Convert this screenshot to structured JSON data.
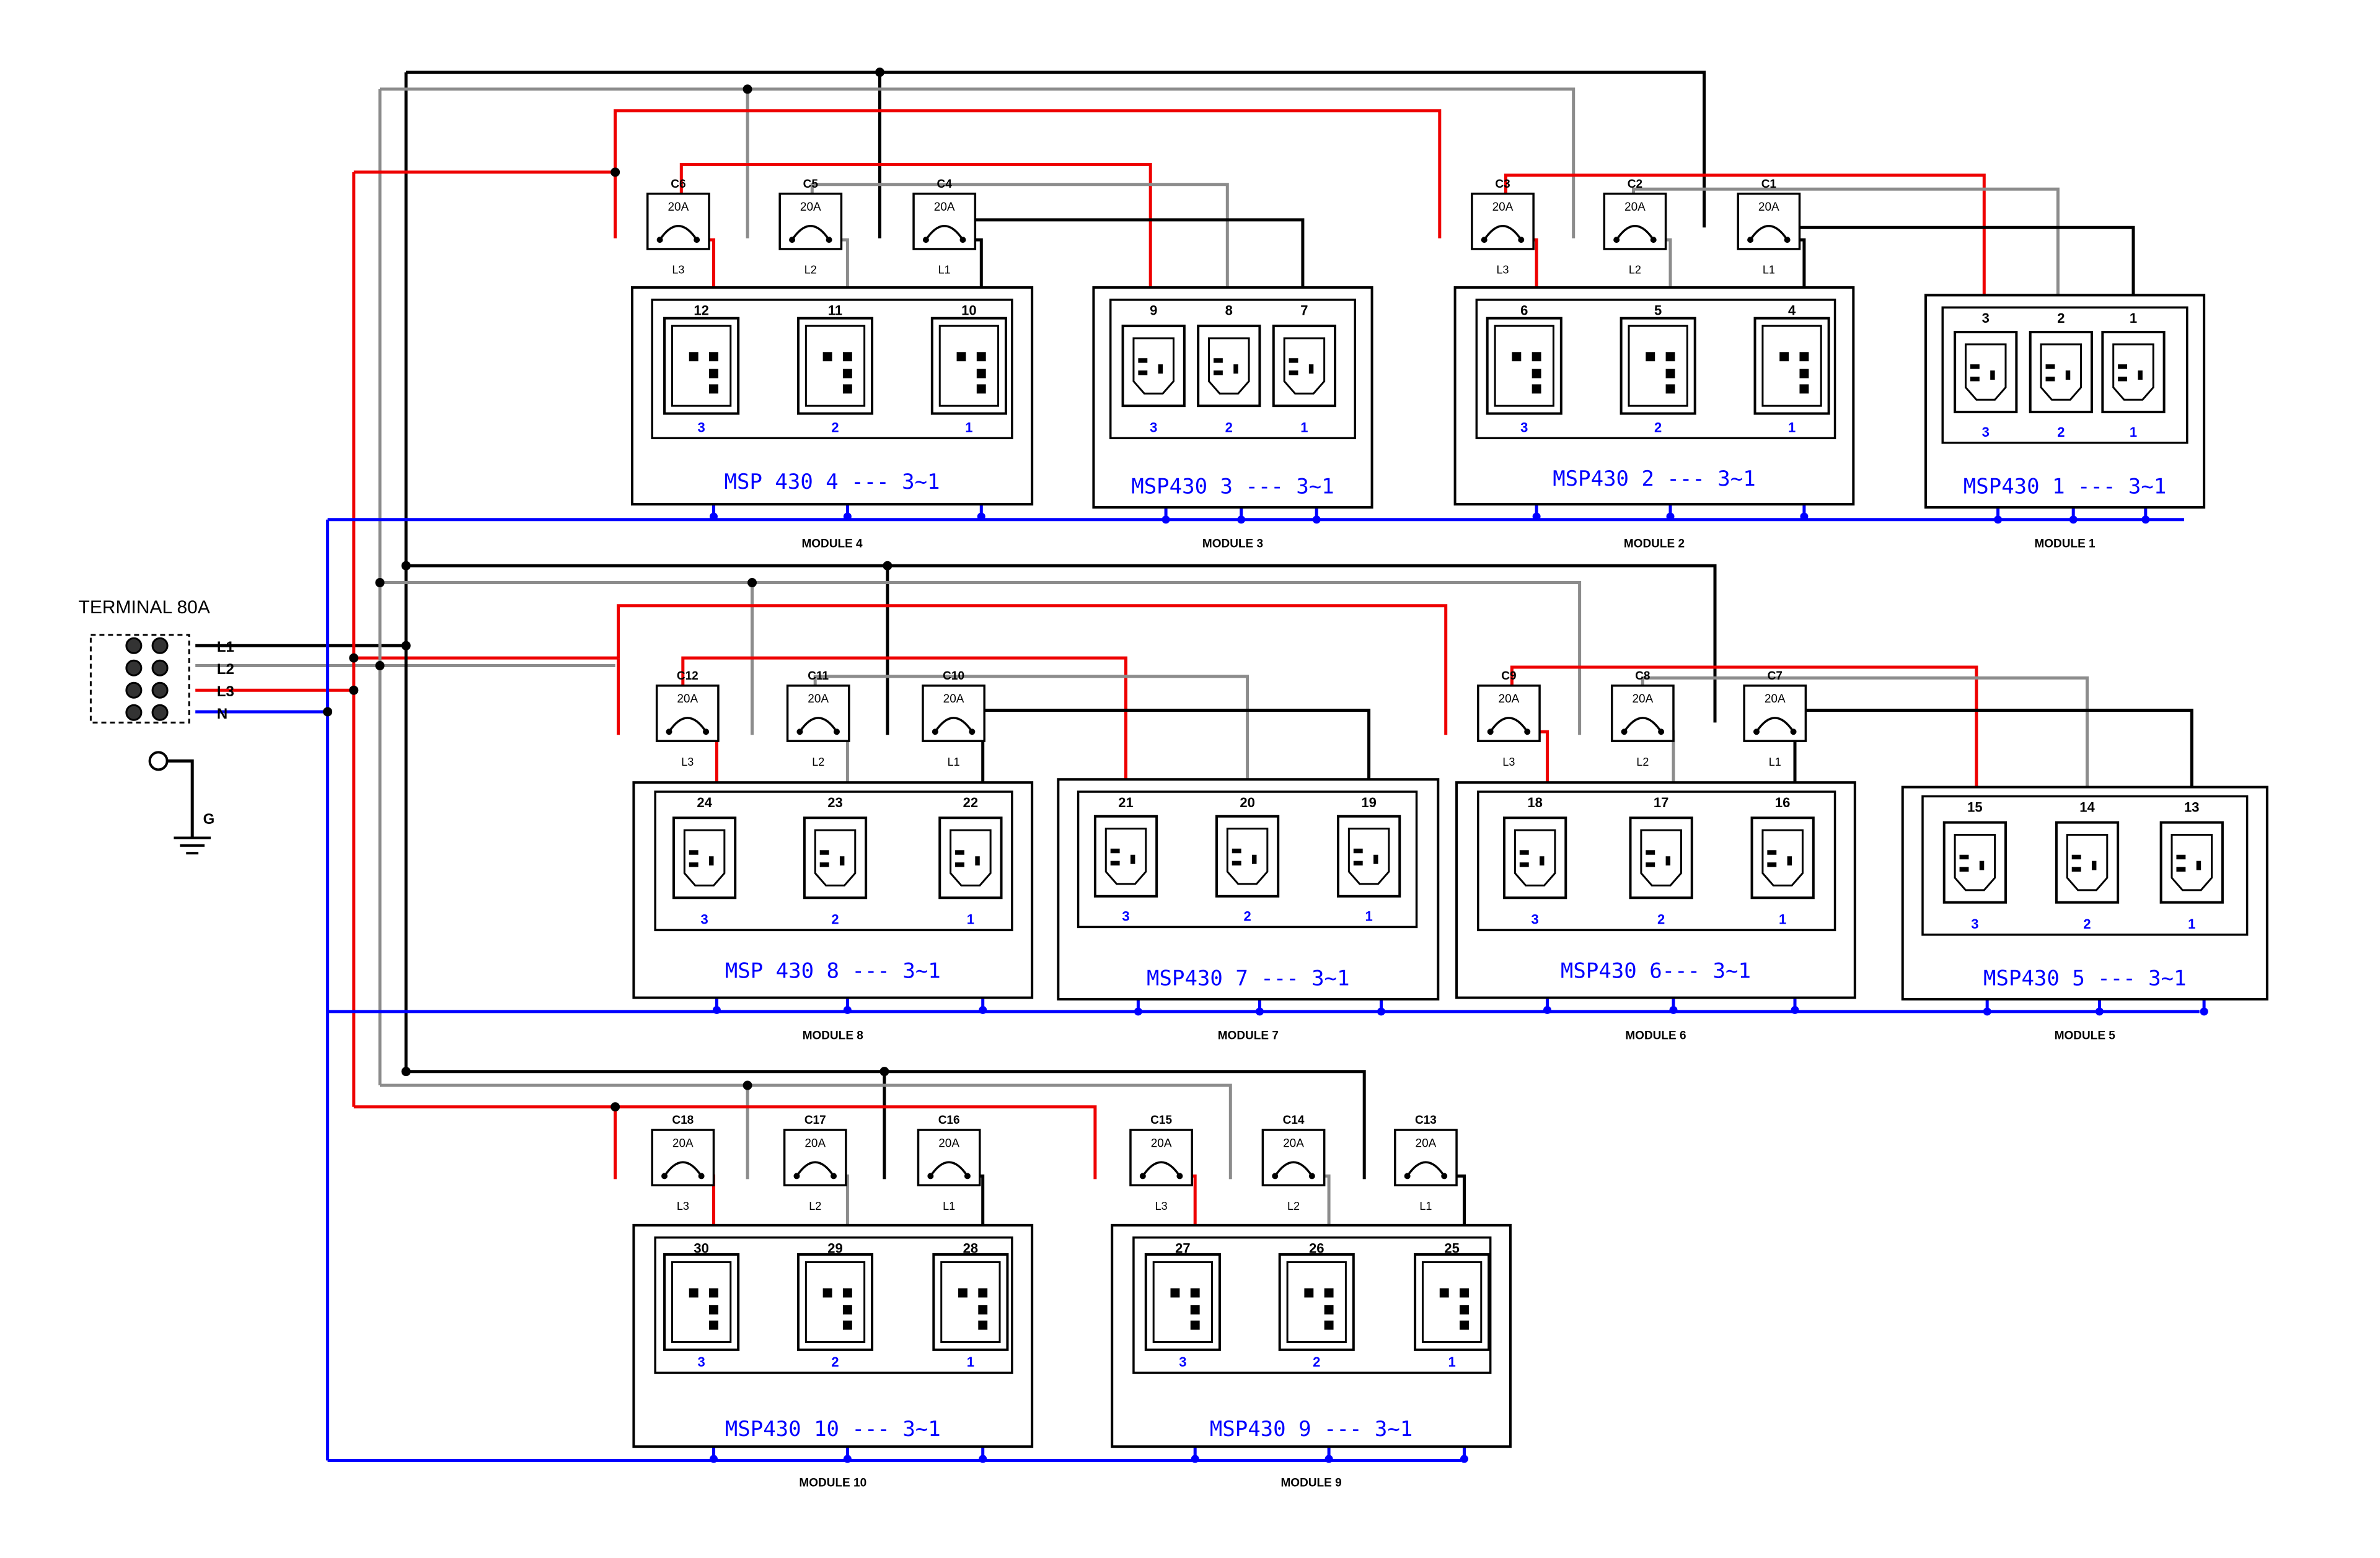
{
  "terminal": {
    "title": "TERMINAL 80A",
    "lines": [
      "L1",
      "L2",
      "L3",
      "N"
    ],
    "ground": "G"
  },
  "colors": {
    "L1": "#000000",
    "L2": "#8c8c8c",
    "L3": "#ee0000",
    "N": "#0000ff"
  },
  "breaker_rating": "20A",
  "modules": [
    {
      "id": 4,
      "title": "MSP 430  4 --- 3~1",
      "label": "MODULE 4",
      "type": "C19",
      "outlets": [
        "12",
        "11",
        "10"
      ],
      "breakers": [
        {
          "name": "C6",
          "phase": "L3"
        },
        {
          "name": "C5",
          "phase": "L2"
        },
        {
          "name": "C4",
          "phase": "L1"
        }
      ]
    },
    {
      "id": 3,
      "title": "MSP430  3 --- 3~1",
      "label": "MODULE 3",
      "type": "C13",
      "outlets": [
        "9",
        "8",
        "7"
      ],
      "breakers": []
    },
    {
      "id": 2,
      "title": "MSP430  2 --- 3~1",
      "label": "MODULE 2",
      "type": "C19",
      "outlets": [
        "6",
        "5",
        "4"
      ],
      "breakers": [
        {
          "name": "C3",
          "phase": "L3"
        },
        {
          "name": "C2",
          "phase": "L2"
        },
        {
          "name": "C1",
          "phase": "L1"
        }
      ]
    },
    {
      "id": 1,
      "title": "MSP430  1 --- 3~1",
      "label": "MODULE 1",
      "type": "C13",
      "outlets": [
        "3",
        "2",
        "1"
      ],
      "breakers": []
    },
    {
      "id": 8,
      "title": "MSP  430  8 --- 3~1",
      "label": "MODULE 8",
      "type": "C13",
      "outlets": [
        "24",
        "23",
        "22"
      ],
      "breakers": [
        {
          "name": "C12",
          "phase": "L3"
        },
        {
          "name": "C11",
          "phase": "L2"
        },
        {
          "name": "C10",
          "phase": "L1"
        }
      ]
    },
    {
      "id": 7,
      "title": "MSP430  7 --- 3~1",
      "label": "MODULE 7",
      "type": "C13",
      "outlets": [
        "21",
        "20",
        "19"
      ],
      "breakers": []
    },
    {
      "id": 6,
      "title": "MSP430  6--- 3~1",
      "label": "MODULE 6",
      "type": "C13",
      "outlets": [
        "18",
        "17",
        "16"
      ],
      "breakers": [
        {
          "name": "C9",
          "phase": "L3"
        },
        {
          "name": "C8",
          "phase": "L2"
        },
        {
          "name": "C7",
          "phase": "L1"
        }
      ]
    },
    {
      "id": 5,
      "title": "MSP430  5 --- 3~1",
      "label": "MODULE 5",
      "type": "C13",
      "outlets": [
        "15",
        "14",
        "13"
      ],
      "breakers": []
    },
    {
      "id": 10,
      "title": "MSP430  10 --- 3~1",
      "label": "MODULE 10",
      "type": "C19",
      "outlets": [
        "30",
        "29",
        "28"
      ],
      "breakers": [
        {
          "name": "C18",
          "phase": "L3"
        },
        {
          "name": "C17",
          "phase": "L2"
        },
        {
          "name": "C16",
          "phase": "L1"
        }
      ]
    },
    {
      "id": 9,
      "title": "MSP430  9 --- 3~1",
      "label": "MODULE 9",
      "type": "C19",
      "outlets": [
        "27",
        "26",
        "25"
      ],
      "breakers": [
        {
          "name": "C15",
          "phase": "L3"
        },
        {
          "name": "C14",
          "phase": "L2"
        },
        {
          "name": "C13",
          "phase": "L1"
        }
      ]
    }
  ],
  "socket_phase_labels": [
    "3",
    "2",
    "1"
  ]
}
